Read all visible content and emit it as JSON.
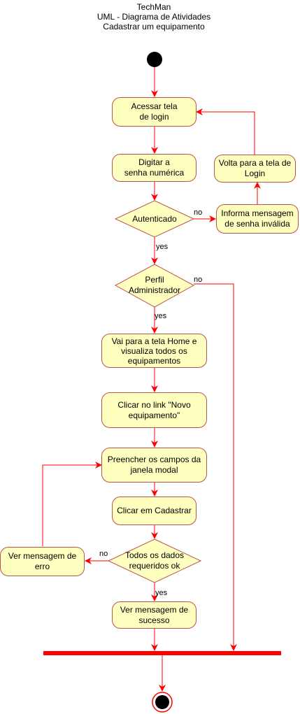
{
  "header": {
    "line1": "TechMan",
    "line2": "UML - Diagrama de Atividades",
    "line3": "Cadastrar um equipamento"
  },
  "nodes": {
    "acessar": "Acessar tela\nde login",
    "digitar": "Digitar a\nsenha numérica",
    "volta": "Volta para a tela de\nLogin",
    "autenticado": "Autenticado",
    "informa": "Informa mensagem\nde senha inválida",
    "perfil": "Perfil\nAdministrador",
    "home": "Vai para a tela Home e\nvisualiza todos os\nequipamentos",
    "clicar_novo": "Clicar no link \"Novo\nequipamento\"",
    "preencher": "Preencher os campos da\njanela modal",
    "clicar_cadastrar": "Clicar em Cadastrar",
    "todos": "Todos os dados\nrequeridos ok",
    "ver_erro": "Ver mensagem de\nerro",
    "ver_sucesso": "Ver mensagem de\nsucesso"
  },
  "edges": {
    "no1": "no",
    "yes1": "yes",
    "no2": "no",
    "yes2": "yes",
    "no3": "no",
    "yes3": "yes"
  },
  "colors": {
    "fill": "#ffffc0",
    "stroke": "#b85450",
    "arrow": "#ff0000",
    "bar": "#ff0000",
    "node_black": "#000000"
  }
}
